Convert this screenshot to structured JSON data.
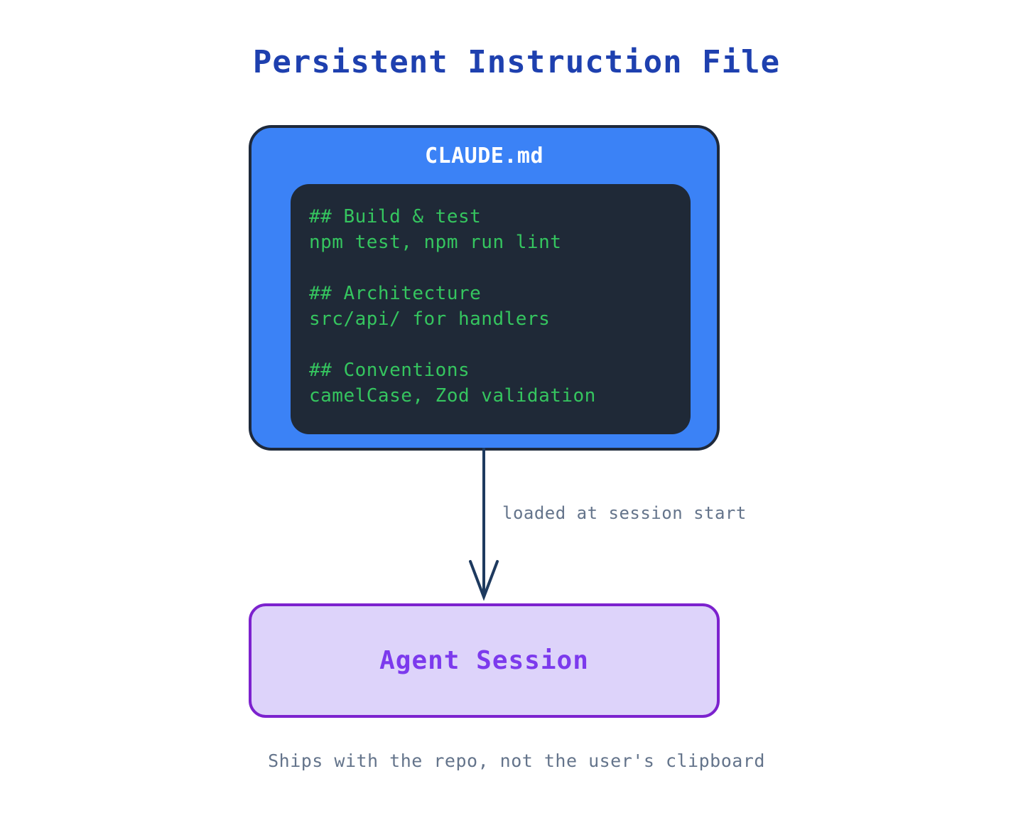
{
  "title": "Persistent Instruction File",
  "file_card": {
    "filename": "CLAUDE.md",
    "fill_color": "#3b82f6",
    "border_color": "#1e293b",
    "code_block": {
      "background_color": "#1f2937",
      "text_color": "#35c55f",
      "lines": [
        "## Build & test",
        "npm test, npm run lint",
        "",
        "## Architecture",
        "src/api/ for handlers",
        "",
        "## Conventions",
        "camelCase, Zod validation"
      ]
    }
  },
  "connector": {
    "label": "loaded at session start",
    "color": "#1e3a5f",
    "label_color": "#64748b",
    "arrowhead": "open-v"
  },
  "session_box": {
    "label": "Agent Session",
    "fill_color": "#ddd3fa",
    "border_color": "#7c22ce",
    "text_color": "#7c3aed"
  },
  "footer": {
    "note": "Ships with the repo, not the user's clipboard",
    "color": "#64748b"
  },
  "title_color": "#1e40af"
}
